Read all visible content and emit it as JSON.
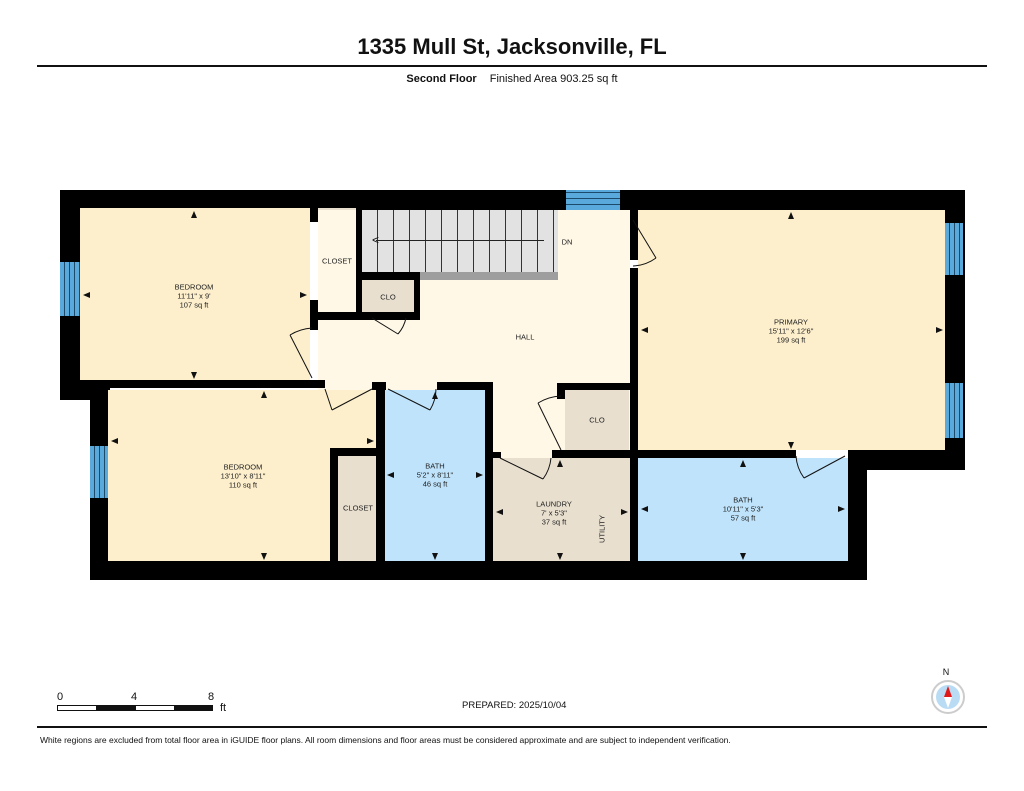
{
  "header": {
    "title": "1335 Mull St, Jacksonville, FL",
    "floor": "Second Floor",
    "finished_area": "Finished Area 903.25 sq ft"
  },
  "rooms": {
    "bedroom1": {
      "name": "BEDROOM",
      "dims": "11'11\" x 9'",
      "area": "107 sq ft"
    },
    "closet1": {
      "name": "CLOSET"
    },
    "clo1": {
      "name": "CLO"
    },
    "stairs": {
      "label": "DN"
    },
    "hall": {
      "name": "HALL"
    },
    "primary": {
      "name": "PRIMARY",
      "dims": "15'11\" x 12'6\"",
      "area": "199 sq ft"
    },
    "bedroom2": {
      "name": "BEDROOM",
      "dims": "13'10\" x 8'11\"",
      "area": "110 sq ft"
    },
    "closet2": {
      "name": "CLOSET"
    },
    "bath1": {
      "name": "BATH",
      "dims": "5'2\" x 8'11\"",
      "area": "46 sq ft"
    },
    "clo2": {
      "name": "CLO"
    },
    "laundry": {
      "name": "LAUNDRY",
      "dims": "7' x 5'3\"",
      "area": "37 sq ft",
      "utility": "UTILITY"
    },
    "bath2": {
      "name": "BATH",
      "dims": "10'11\" x 5'3\"",
      "area": "57 sq ft"
    }
  },
  "colors": {
    "bedroom": "#fdefcc",
    "closet": "#e8dfcf",
    "hall": "#fff8e6",
    "bath": "#bfe3fb",
    "stairs": "#e2e2e2",
    "window": "#5aa9dd",
    "wall": "#000000"
  },
  "scale": {
    "labels": [
      "0",
      "4",
      "8"
    ],
    "unit": "ft"
  },
  "prepared": "PREPARED: 2025/10/04",
  "compass": {
    "label": "N"
  },
  "footer": "White regions are excluded from total floor area in iGUIDE floor plans. All room dimensions and floor areas must be considered approximate and are subject to independent verification."
}
